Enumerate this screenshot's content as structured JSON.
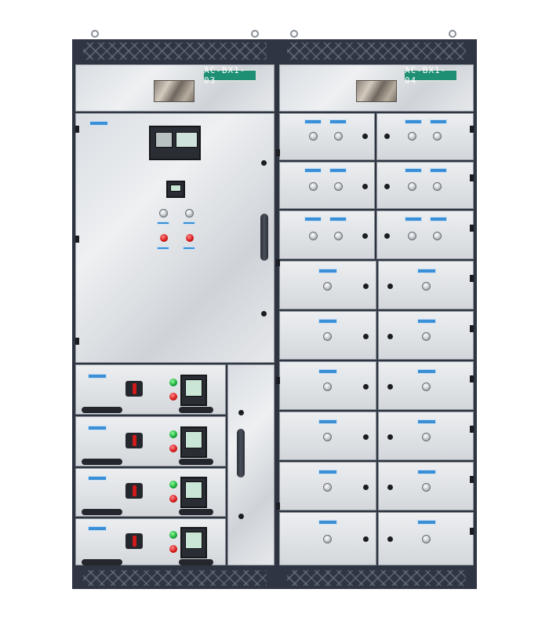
{
  "cabinets": [
    {
      "id": "left",
      "nameplate": "AC-BX1-03"
    },
    {
      "id": "right",
      "nameplate": "AC-BX1-04"
    }
  ],
  "colors": {
    "frame": "#2e3440",
    "panel": "#e6e8eb",
    "nameplate": "#1e8f72",
    "label_tag": "#3a8fd6",
    "indicator_red": "#d31414",
    "indicator_green": "#14a636"
  }
}
